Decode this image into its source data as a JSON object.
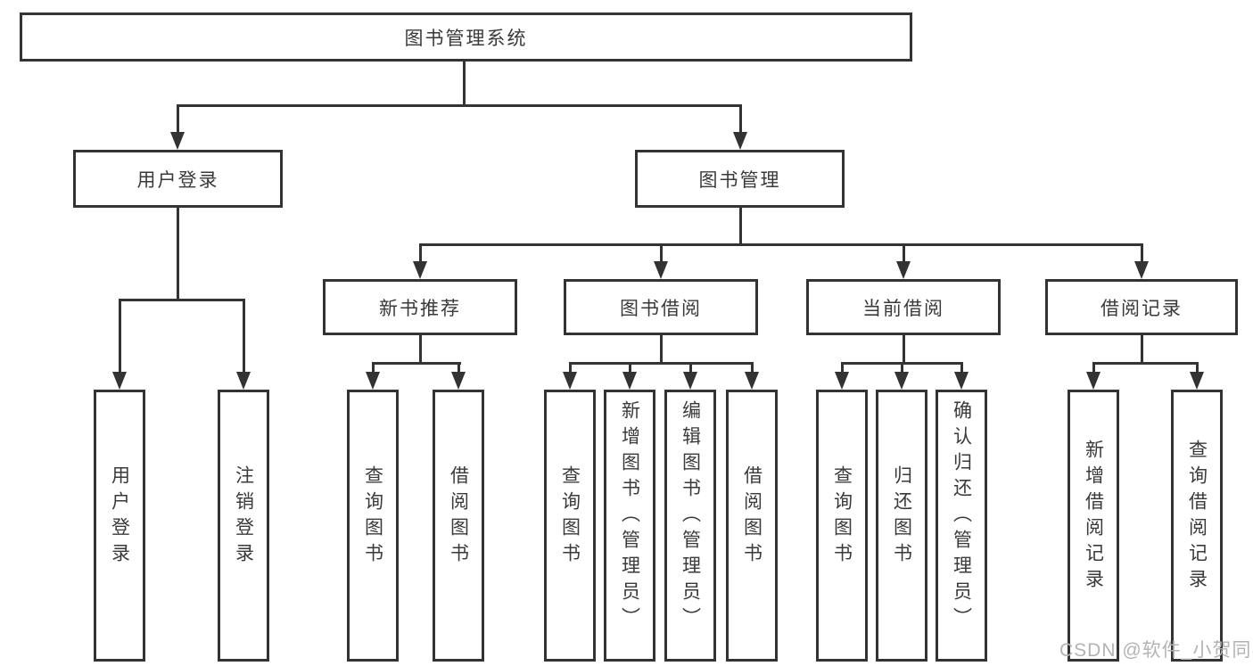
{
  "tree": {
    "label": "图书管理系统",
    "children": [
      {
        "label": "用户登录",
        "children": [
          {
            "label": "用户登录"
          },
          {
            "label": "注销登录"
          }
        ]
      },
      {
        "label": "图书管理",
        "children": [
          {
            "label": "新书推荐",
            "children": [
              {
                "label": "查询图书"
              },
              {
                "label": "借阅图书"
              }
            ]
          },
          {
            "label": "图书借阅",
            "children": [
              {
                "label": "查询图书"
              },
              {
                "label": "新增图书（管理员）"
              },
              {
                "label": "编辑图书（管理员）"
              },
              {
                "label": "借阅图书"
              }
            ]
          },
          {
            "label": "当前借阅",
            "children": [
              {
                "label": "查询图书"
              },
              {
                "label": "归还图书"
              },
              {
                "label": "确认归还（管理员）"
              }
            ]
          },
          {
            "label": "借阅记录",
            "children": [
              {
                "label": "新增借阅记录"
              },
              {
                "label": "查询借阅记录"
              }
            ]
          }
        ]
      }
    ]
  },
  "watermark": {
    "text": "CSDN @软件_小贺同学"
  },
  "colors": {
    "line": "#333333",
    "box_background": "#ffffff",
    "text": "#3a3a3a",
    "watermark": "#b3b3b3",
    "page_background": "#ffffff"
  }
}
